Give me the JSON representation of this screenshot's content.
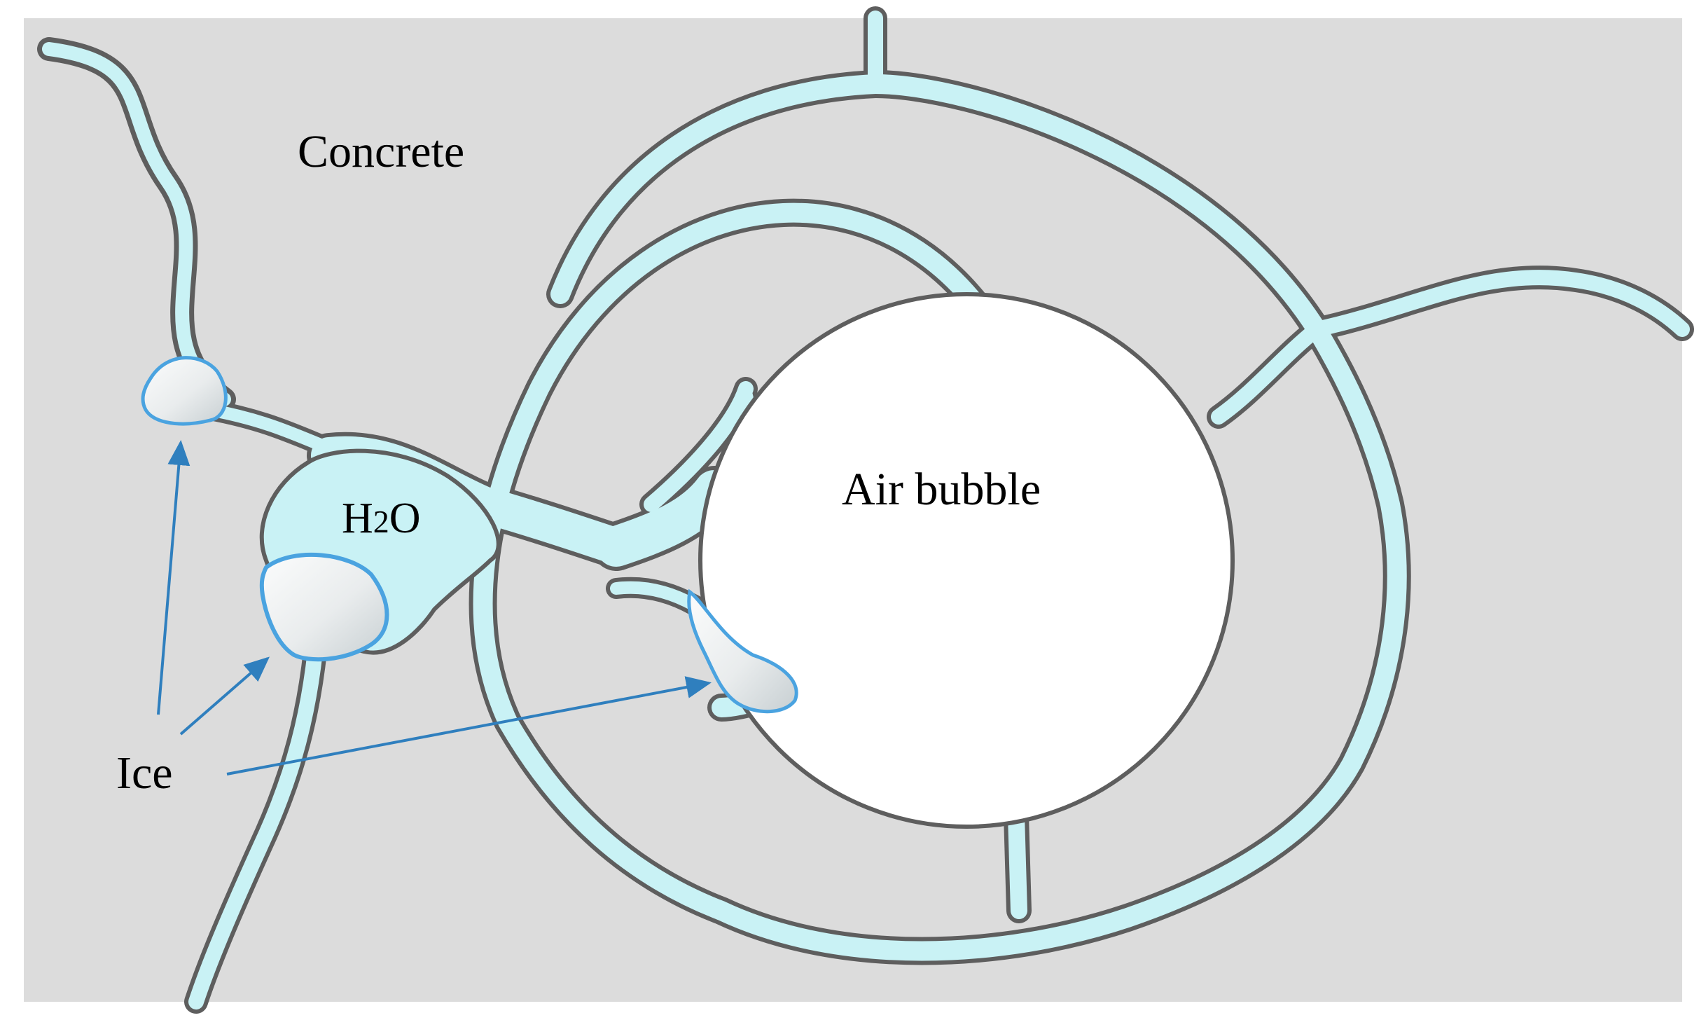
{
  "labels": {
    "concrete": "Concrete",
    "air_bubble": "Air bubble",
    "water_main": "H",
    "water_sub": "2",
    "water_tail": "O",
    "ice": "Ice"
  },
  "colors": {
    "concrete": "#dcdcdc",
    "water": "#c9f2f5",
    "pore_outline": "#5e5e5e",
    "air_bubble": "#ffffff",
    "ice": "#eef1f2",
    "ice_shadow": "#b8c2c6",
    "ice_edge": "#4aa3e0",
    "arrow": "#2f7fbe"
  }
}
